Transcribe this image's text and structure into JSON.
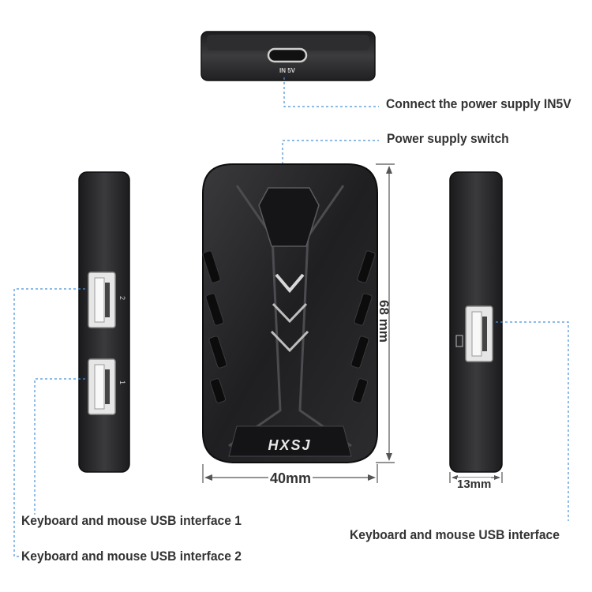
{
  "callouts": {
    "power_in": "Connect the power supply IN5V",
    "power_switch": "Power supply switch",
    "usb1": "Keyboard and mouse USB interface 1",
    "usb2": "Keyboard and mouse USB interface 2",
    "usb_right": "Keyboard and mouse USB interface"
  },
  "dimensions": {
    "height": "68 mm",
    "width": "40mm",
    "thickness": "13mm"
  },
  "device_text": {
    "port_label": "IN 5V",
    "brand": "HXSJ",
    "port1_mark": "1",
    "port2_mark": "2"
  },
  "colors": {
    "device_body": "#2a2a2c",
    "device_edge": "#111111",
    "callout_line": "#4a90d9",
    "dimension_line": "#555555"
  }
}
